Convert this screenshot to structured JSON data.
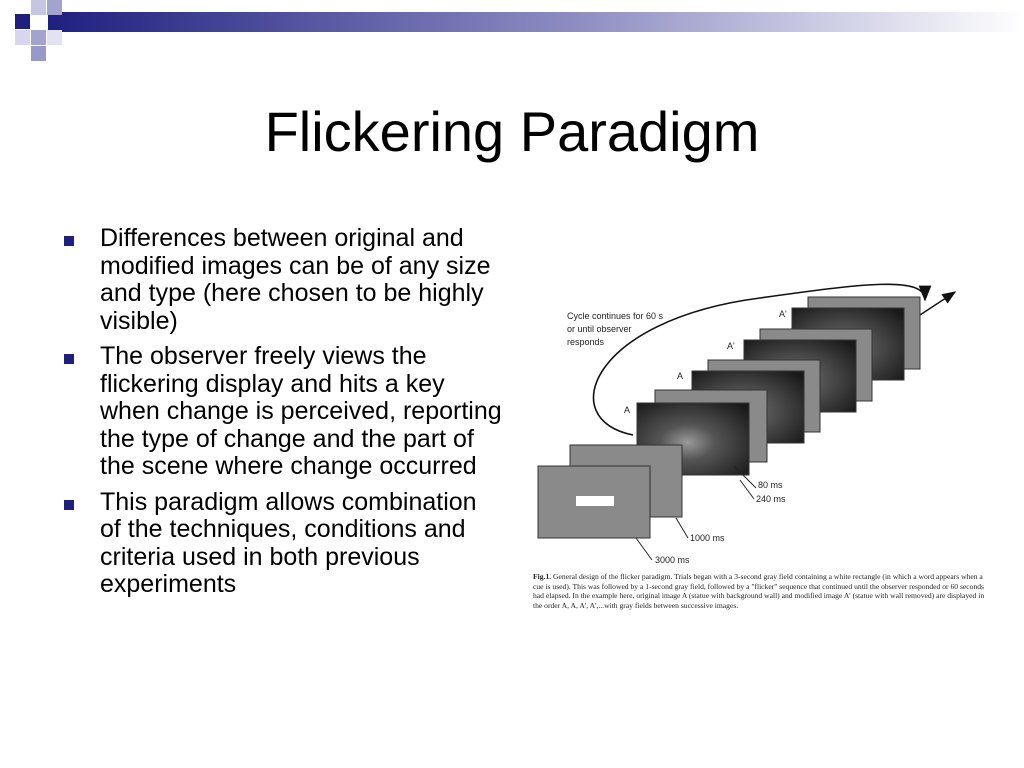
{
  "slide": {
    "title": "Flickering Paradigm",
    "bullets": [
      "Differences between original and modified images can be of any size and type (here chosen to be highly visible)",
      "The observer freely views the flickering display and hits a key when change is perceived, reporting the type of change and the part of the scene where change occurred",
      "This paradigm allows combination of the techniques, conditions and criteria used in both previous experiments"
    ]
  },
  "figure": {
    "cycle_note_line1": "Cycle continues for 60 s",
    "cycle_note_line2": "or  until  observer",
    "cycle_note_line3": "responds",
    "frame_labels": [
      "A",
      "A",
      "A'",
      "A'"
    ],
    "timing_labels": [
      "80 ms",
      "240 ms",
      "1000 ms",
      "3000 ms"
    ],
    "caption_label": "Fig.1.",
    "caption_text": "General design of the flicker paradigm.  Trials began with a 3-second gray field containing a white rectangle (in which a word appears when a cue is used).  This was followed by a 1-second gray field, followed by a \"flicker\" sequence that continued until the observer responded or 60 seconds had elapsed.  In the example here, original image A (statue with background wall) and modified image A' (statue with wall removed) are displayed in the order A, A, A', A',...with gray fields between successive images."
  },
  "colors": {
    "accent": "#1f1f80",
    "band_start": "#1f1f80",
    "band_end": "#ffffff",
    "gray_frame": "#8a8a8a"
  }
}
